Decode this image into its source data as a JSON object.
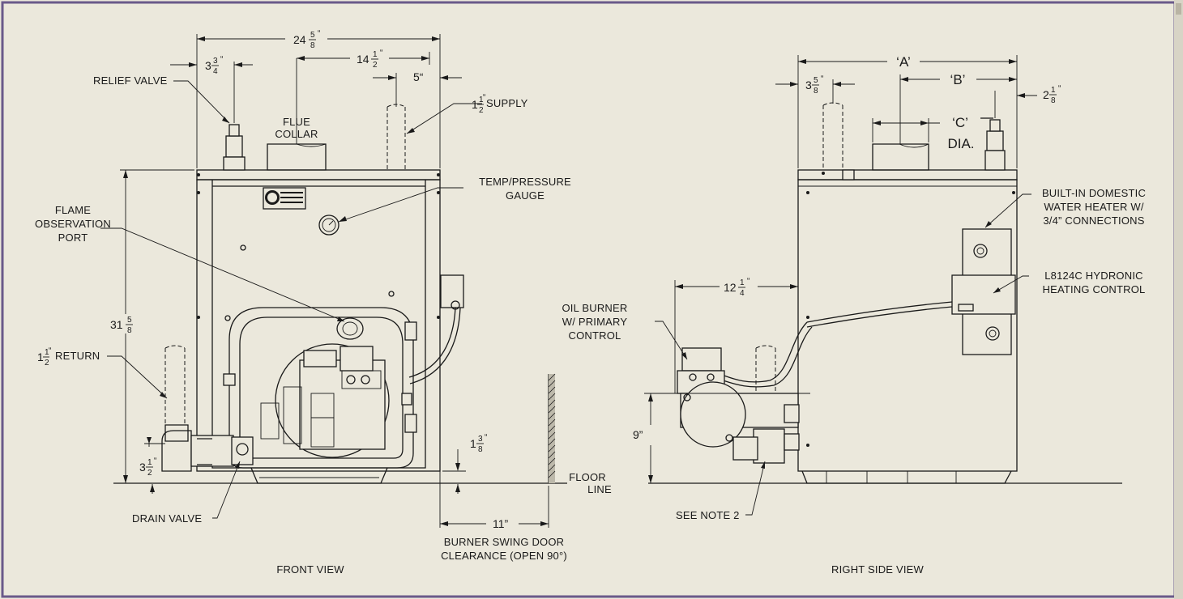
{
  "colors": {
    "background": "#ebe8dc",
    "border": "#6a5a8a",
    "ink": "#1a1a1a"
  },
  "front": {
    "view_title": "FRONT VIEW",
    "relief_valve": "RELIEF VALVE",
    "flue_collar_1": "FLUE",
    "flue_collar_2": "COLLAR",
    "supply": "SUPPLY",
    "temp_gauge_1": "TEMP/PRESSURE",
    "temp_gauge_2": "GAUGE",
    "flame_port_1": "FLAME",
    "flame_port_2": "OBSERVATION",
    "flame_port_3": "PORT",
    "return": "RETURN",
    "drain_valve": "DRAIN VALVE",
    "floor_1": "FLOOR",
    "floor_2": "LINE",
    "swing_1": "BURNER SWING DOOR",
    "swing_2": "CLEARANCE (OPEN 90°)",
    "dim_width_whole": "24",
    "dim_width_num": "5",
    "dim_width_den": "8",
    "dim_14_whole": "14",
    "dim_14_num": "1",
    "dim_14_den": "2",
    "dim_5": "5“",
    "dim_3_whole": "3",
    "dim_3_num": "3",
    "dim_3_den": "4",
    "dim_supply_whole": "1",
    "dim_supply_num": "1",
    "dim_supply_den": "2",
    "dim_height_whole": "31",
    "dim_height_num": "5",
    "dim_height_den": "8",
    "dim_return_whole": "1",
    "dim_return_num": "1",
    "dim_return_den": "2",
    "dim_35_whole": "3",
    "dim_35_num": "1",
    "dim_35_den": "2",
    "dim_138_whole": "1",
    "dim_138_num": "3",
    "dim_138_den": "8",
    "dim_11": "11”"
  },
  "side": {
    "view_title": "RIGHT SIDE VIEW",
    "dim_a": "‘A’",
    "dim_b": "‘B’",
    "dim_c": "‘C’",
    "dia": "DIA.",
    "dim_358_whole": "3",
    "dim_358_num": "5",
    "dim_358_den": "8",
    "dim_218_whole": "2",
    "dim_218_num": "1",
    "dim_218_den": "8",
    "dim_1214_whole": "12",
    "dim_1214_num": "1",
    "dim_1214_den": "4",
    "dim_9": "9”",
    "water_heater_1": "BUILT-IN DOMESTIC",
    "water_heater_2": "WATER HEATER W/",
    "water_heater_3": "3/4” CONNECTIONS",
    "control_1": "L8124C HYDRONIC",
    "control_2": "HEATING CONTROL",
    "burner_1": "OIL BURNER",
    "burner_2": "W/ PRIMARY",
    "burner_3": "CONTROL",
    "note": "SEE NOTE 2"
  }
}
